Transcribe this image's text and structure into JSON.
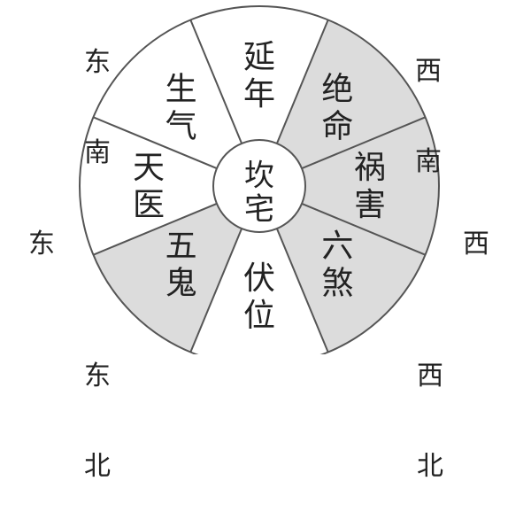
{
  "colors": {
    "shaded": "#dcdcdc",
    "white": "#ffffff",
    "line": "#555555",
    "text": "#222222"
  },
  "center": {
    "line1": "坎",
    "line2": "宅"
  },
  "segments": [
    {
      "id": "yannian",
      "chars": [
        "延",
        "年"
      ],
      "shaded": false
    },
    {
      "id": "jueming",
      "chars": [
        "绝",
        "命"
      ],
      "shaded": true
    },
    {
      "id": "huohai",
      "chars": [
        "祸",
        "害"
      ],
      "shaded": true
    },
    {
      "id": "liusha",
      "chars": [
        "六",
        "煞"
      ],
      "shaded": true
    },
    {
      "id": "fuwei",
      "chars": [
        "伏",
        "位"
      ],
      "shaded": false
    },
    {
      "id": "wugui",
      "chars": [
        "五",
        "鬼"
      ],
      "shaded": true
    },
    {
      "id": "tianyi",
      "chars": [
        "天",
        "医"
      ],
      "shaded": false
    },
    {
      "id": "shengqi",
      "chars": [
        "生",
        "气"
      ],
      "shaded": false
    }
  ],
  "directions": {
    "southeast": {
      "line1": "东",
      "line2": "南"
    },
    "southwest": {
      "line1": "西",
      "line2": "南"
    },
    "east": {
      "line1": "东"
    },
    "west": {
      "line1": "西"
    },
    "northeast": {
      "line1": "东",
      "line2": "北"
    },
    "northwest": {
      "line1": "西",
      "line2": "北"
    }
  }
}
